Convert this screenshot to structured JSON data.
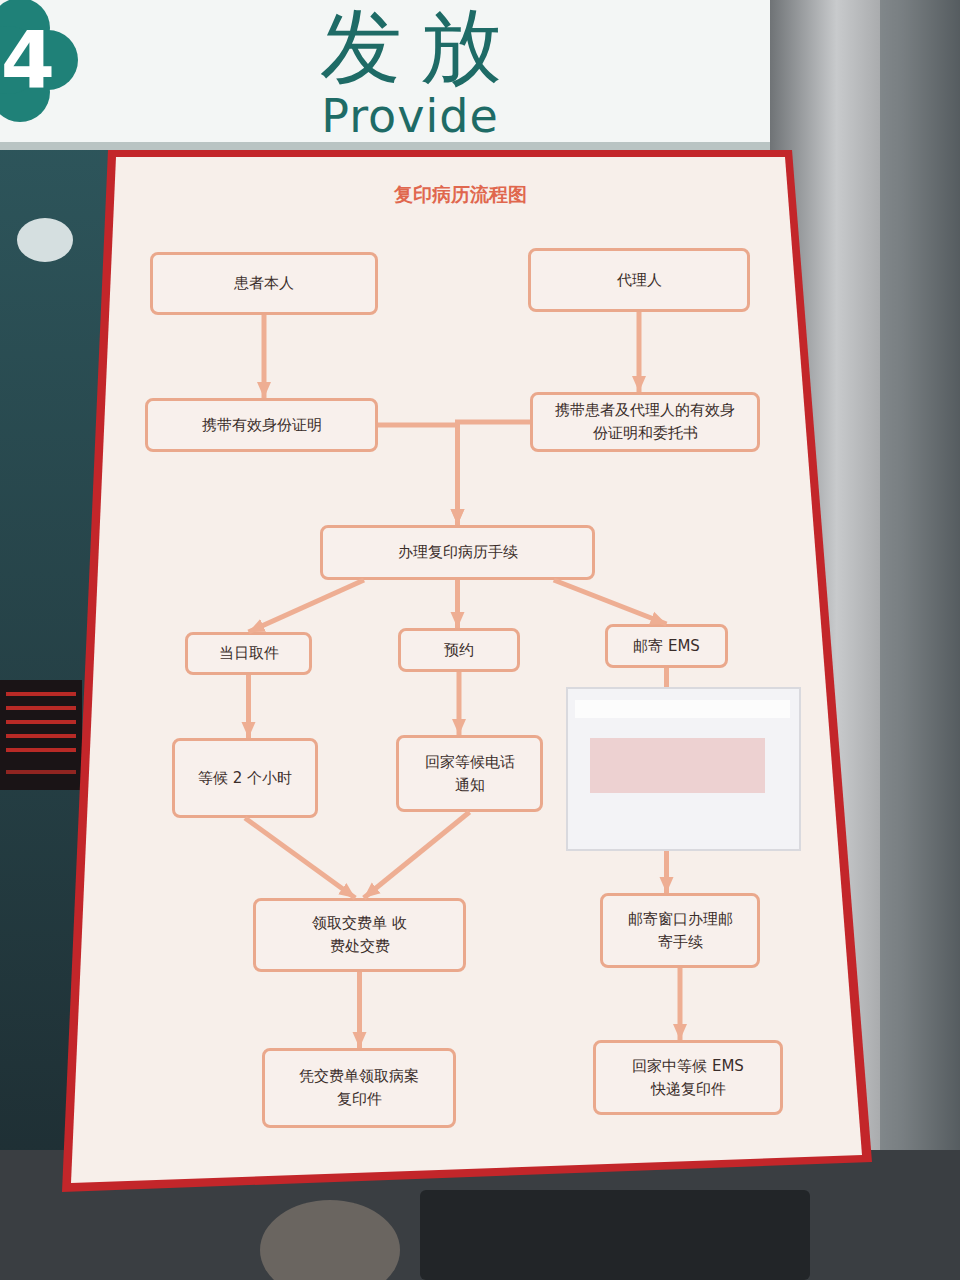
{
  "diagram": {
    "title": "复印病历流程图",
    "nodes": [
      {
        "text": [
          "患者本人"
        ]
      },
      {
        "text": [
          "代理人"
        ]
      },
      {
        "text": [
          "携带有效身份证明"
        ]
      },
      {
        "text": [
          "携带患者及代理人的有效身 份证明和委托书"
        ]
      },
      {
        "text": [
          "办理复印病历手续"
        ]
      },
      {
        "text": [
          "当日取件"
        ]
      },
      {
        "text": [
          "预约"
        ]
      },
      {
        "text": [
          "邮寄 EMS"
        ]
      },
      {
        "text": [
          "等候 2 个小时"
        ]
      },
      {
        "text": [
          "回家等候电话 通知"
        ]
      },
      {
        "text": [
          "领取交费单 收费处交费"
        ]
      },
      {
        "text": [
          "邮寄窗口办理邮 寄手续"
        ]
      },
      {
        "text": [
          "凭交费单领取病案 复印件"
        ]
      },
      {
        "text": [
          "回家中等候 EMS 快递复印件"
        ]
      }
    ],
    "edges": [
      {
        "from": 0,
        "to": 2,
        "arrow": "to"
      },
      {
        "from": 1,
        "to": 3,
        "arrow": "to"
      },
      {
        "from": 2,
        "to": 4,
        "arrow": "to"
      },
      {
        "from": 3,
        "to": 4,
        "arrow": "to"
      },
      {
        "from": 4,
        "to": 5,
        "arrow": "to"
      },
      {
        "from": 4,
        "to": 6,
        "arrow": "to"
      },
      {
        "from": 4,
        "to": 7,
        "arrow": "to"
      },
      {
        "from": 5,
        "to": 8,
        "arrow": "to"
      },
      {
        "from": 6,
        "to": 9,
        "arrow": "to"
      },
      {
        "from": 7,
        "to": 11,
        "arrow": "to"
      },
      {
        "from": 8,
        "to": 10,
        "arrow": "to"
      },
      {
        "from": 9,
        "to": 10,
        "arrow": "to"
      },
      {
        "from": 10,
        "to": 12,
        "arrow": "to"
      },
      {
        "from": 11,
        "to": 13,
        "arrow": "to"
      }
    ],
    "labels": [
      "4",
      "发放",
      "Provide"
    ]
  }
}
